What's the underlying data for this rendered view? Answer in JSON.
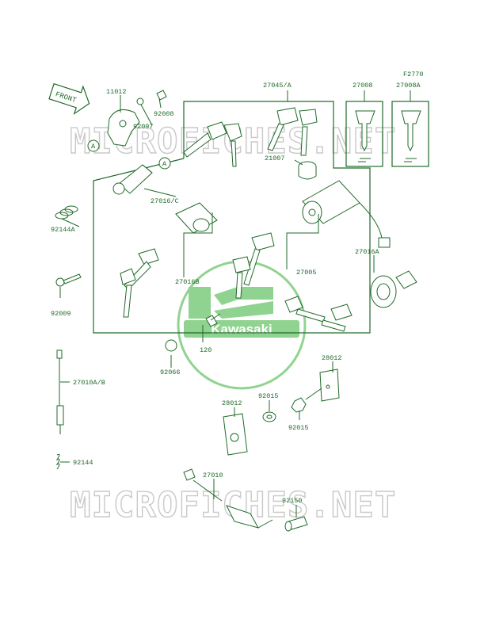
{
  "figure_code": "F2770",
  "front_label": "FRONT",
  "watermarks": [
    "MICROFICHES.NET",
    "MICROFICHES.NET"
  ],
  "logo_text": "Kawasaki",
  "colors": {
    "line": "#1f6a28",
    "watermark": "#c9c9c9",
    "logo": "#6cc56c"
  },
  "parts": [
    {
      "id": "11012"
    },
    {
      "id": "92008"
    },
    {
      "id": "92097"
    },
    {
      "id": "27045/A"
    },
    {
      "id": "27008"
    },
    {
      "id": "27008A"
    },
    {
      "id": "21007"
    },
    {
      "id": "27016/C"
    },
    {
      "id": "92144A"
    },
    {
      "id": "27016B"
    },
    {
      "id": "27005"
    },
    {
      "id": "27016A"
    },
    {
      "id": "92009"
    },
    {
      "id": "120"
    },
    {
      "id": "92066"
    },
    {
      "id": "28012"
    },
    {
      "id": "27010A/B"
    },
    {
      "id": "92015"
    },
    {
      "id": "28012"
    },
    {
      "id": "92015"
    },
    {
      "id": "92144"
    },
    {
      "id": "27010"
    },
    {
      "id": "92150"
    }
  ],
  "callouts": [
    "A",
    "A"
  ]
}
